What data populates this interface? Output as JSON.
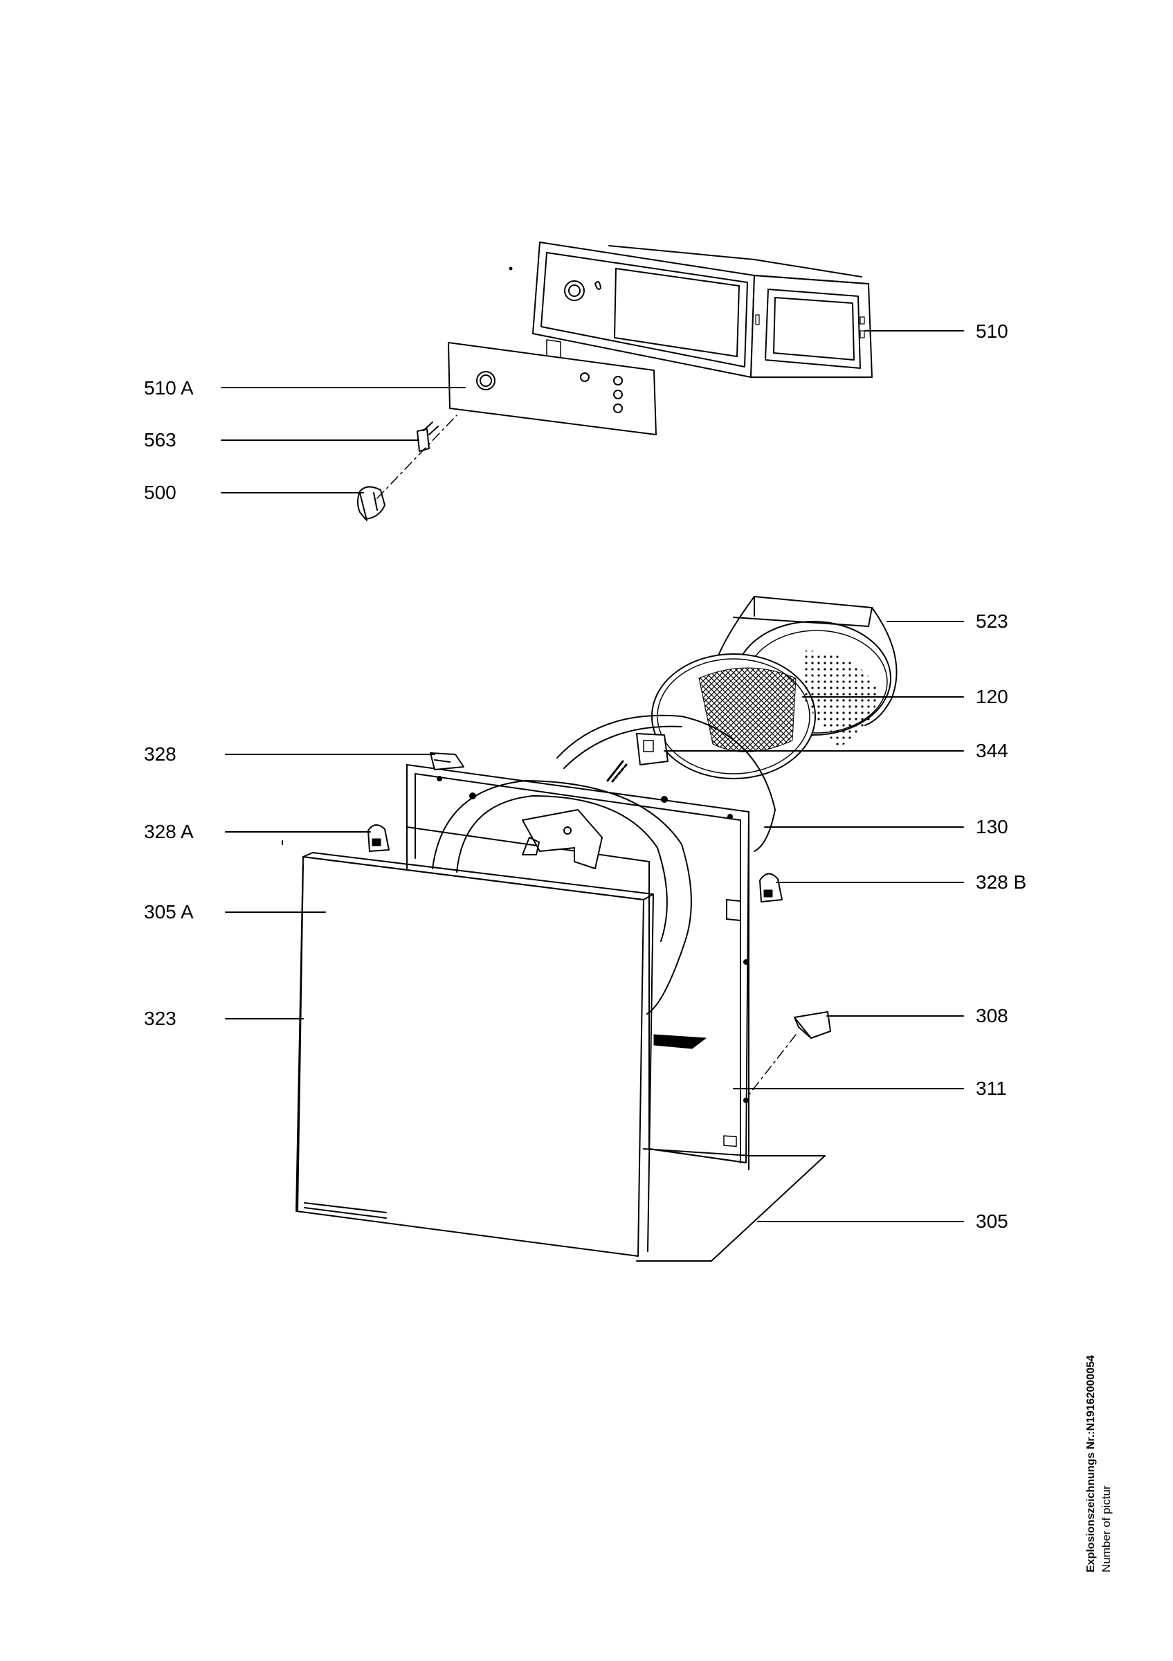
{
  "labels": {
    "l510": "510",
    "l510a": "510 A",
    "l563": "563",
    "l500": "500",
    "l523": "523",
    "l120": "120",
    "l328": "328",
    "l344": "344",
    "l328a": "328 A",
    "l130": "130",
    "l328b": "328 B",
    "l305a": "305 A",
    "l323": "323",
    "l308": "308",
    "l311": "311",
    "l305": "305"
  },
  "footer": {
    "drawing_number": "Explosionszeichnungs Nr.:N19162000054",
    "caption": "Number of pictur"
  }
}
